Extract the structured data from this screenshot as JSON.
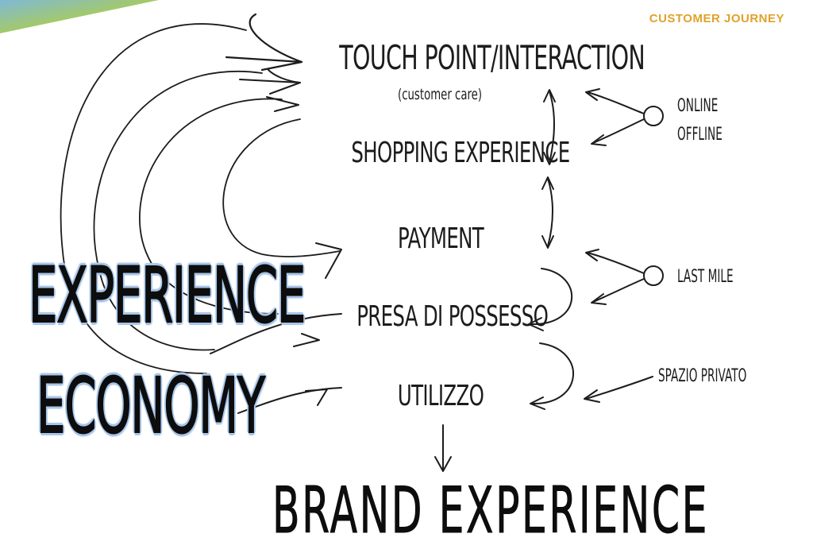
{
  "header": {
    "title": "CUSTOMER JOURNEY"
  },
  "steps": [
    {
      "label": "TOUCH POINT/INTERACTION",
      "sublabel": "(customer care)"
    },
    {
      "label": "SHOPPING EXPERIENCE"
    },
    {
      "label": "PAYMENT"
    },
    {
      "label": "PRESA DI POSSESSO"
    },
    {
      "label": "UTILIZZO"
    }
  ],
  "side_labels": {
    "online": "ONLINE",
    "offline": "OFFLINE",
    "last_mile": "LAST MILE",
    "spazio_privato": "SPAZIO PRIVATO"
  },
  "big_title": {
    "line1": "EXPERIENCE",
    "line2": "ECONOMY"
  },
  "outcome": "BRAND EXPERIENCE",
  "colors": {
    "header": "#e0a22a",
    "ink": "#1c1c1c",
    "glow": "#a9c6ea",
    "corner": "#8fbf63"
  }
}
